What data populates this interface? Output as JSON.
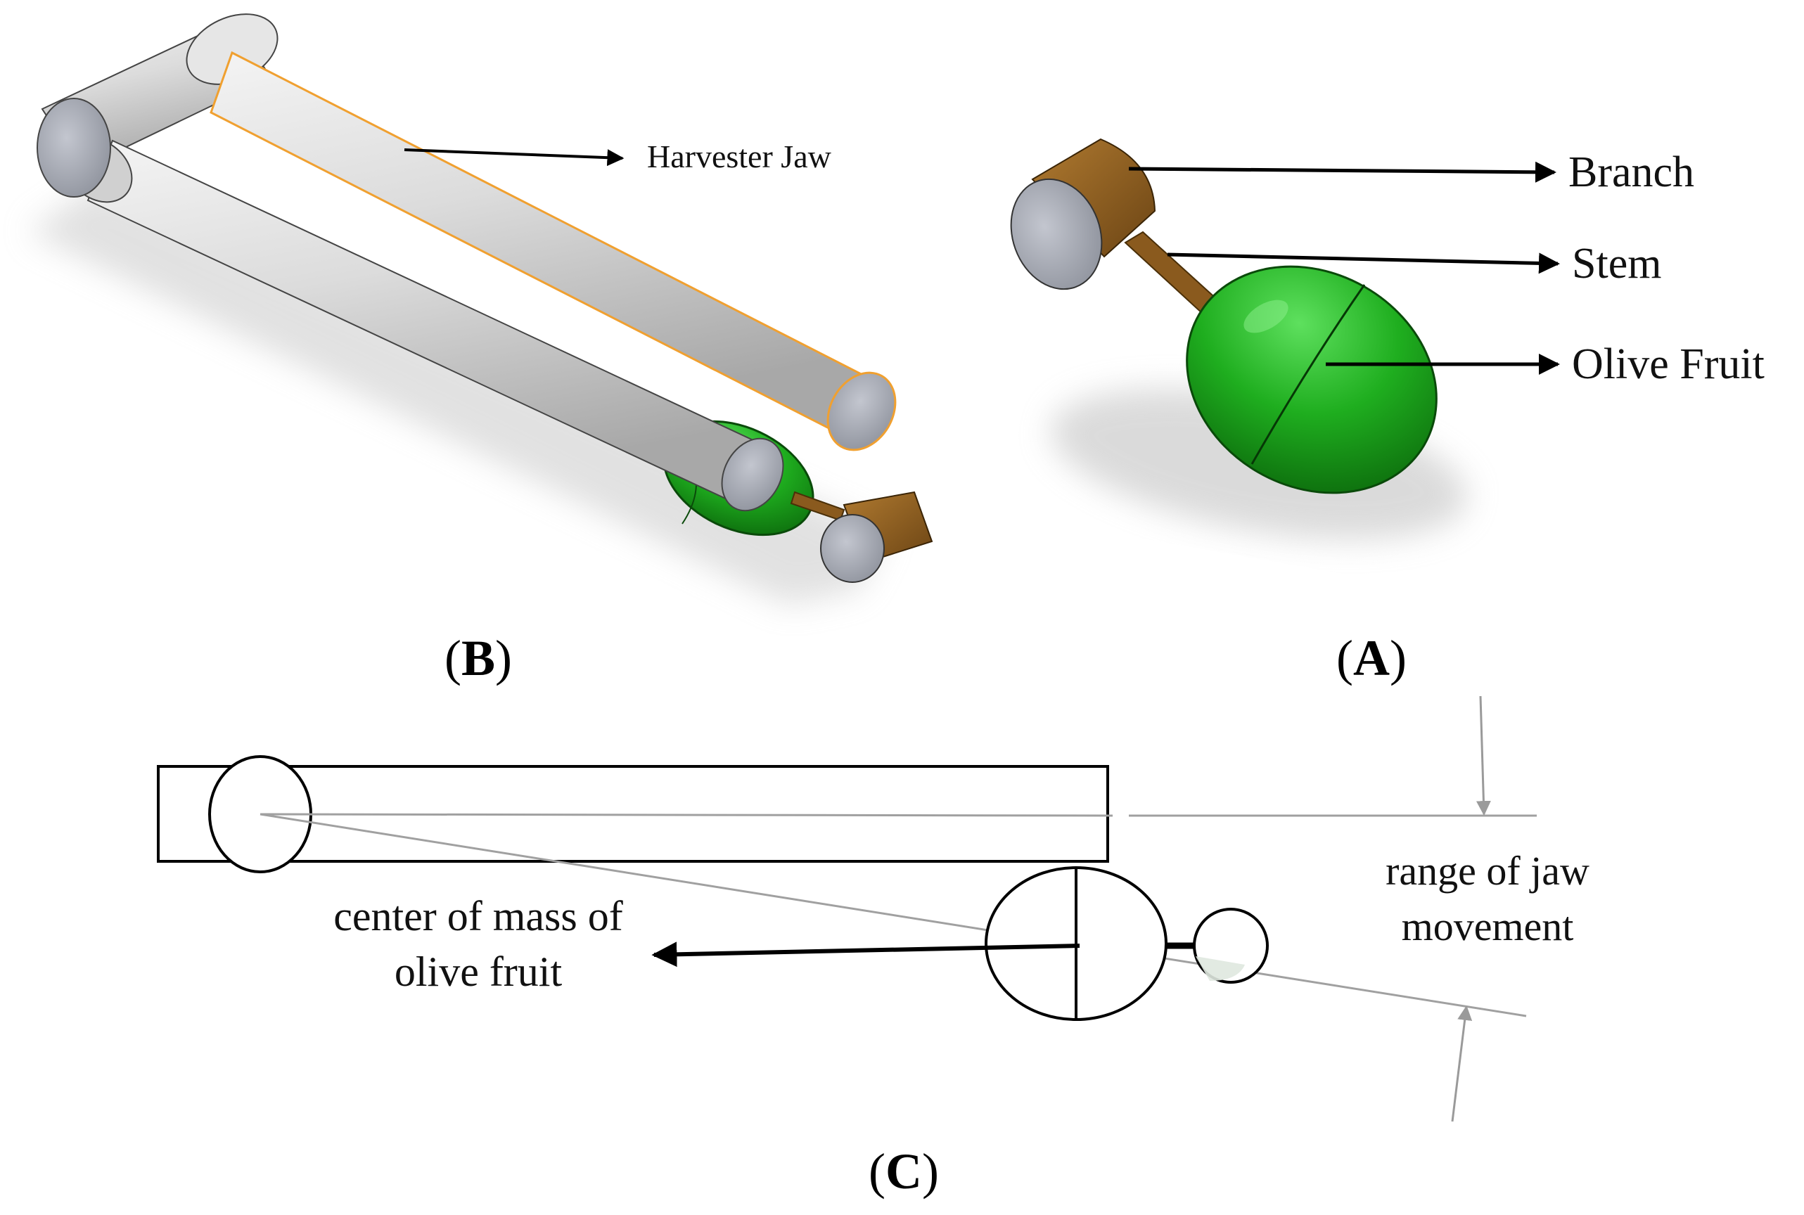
{
  "panels": {
    "B": {
      "open": "(",
      "letter": "B",
      "close": ")",
      "callout": "Harvester Jaw"
    },
    "A": {
      "open": "(",
      "letter": "A",
      "close": ")",
      "callouts": {
        "branch": "Branch",
        "stem": "Stem",
        "olive_fruit": "Olive Fruit"
      }
    },
    "C": {
      "open": "(",
      "letter": "C",
      "close": ")",
      "center_of_mass_line1": "center of mass of",
      "center_of_mass_line2": "olive fruit",
      "range_line1": "range of jaw",
      "range_line2": "movement"
    }
  },
  "colors": {
    "jaw_gray": "#d9d9d9",
    "jaw_outline_highlight": "#f0a030",
    "olive_green": "#22aa22",
    "branch_brown": "#8a5a1e",
    "end_cap": "#a9acb5"
  }
}
